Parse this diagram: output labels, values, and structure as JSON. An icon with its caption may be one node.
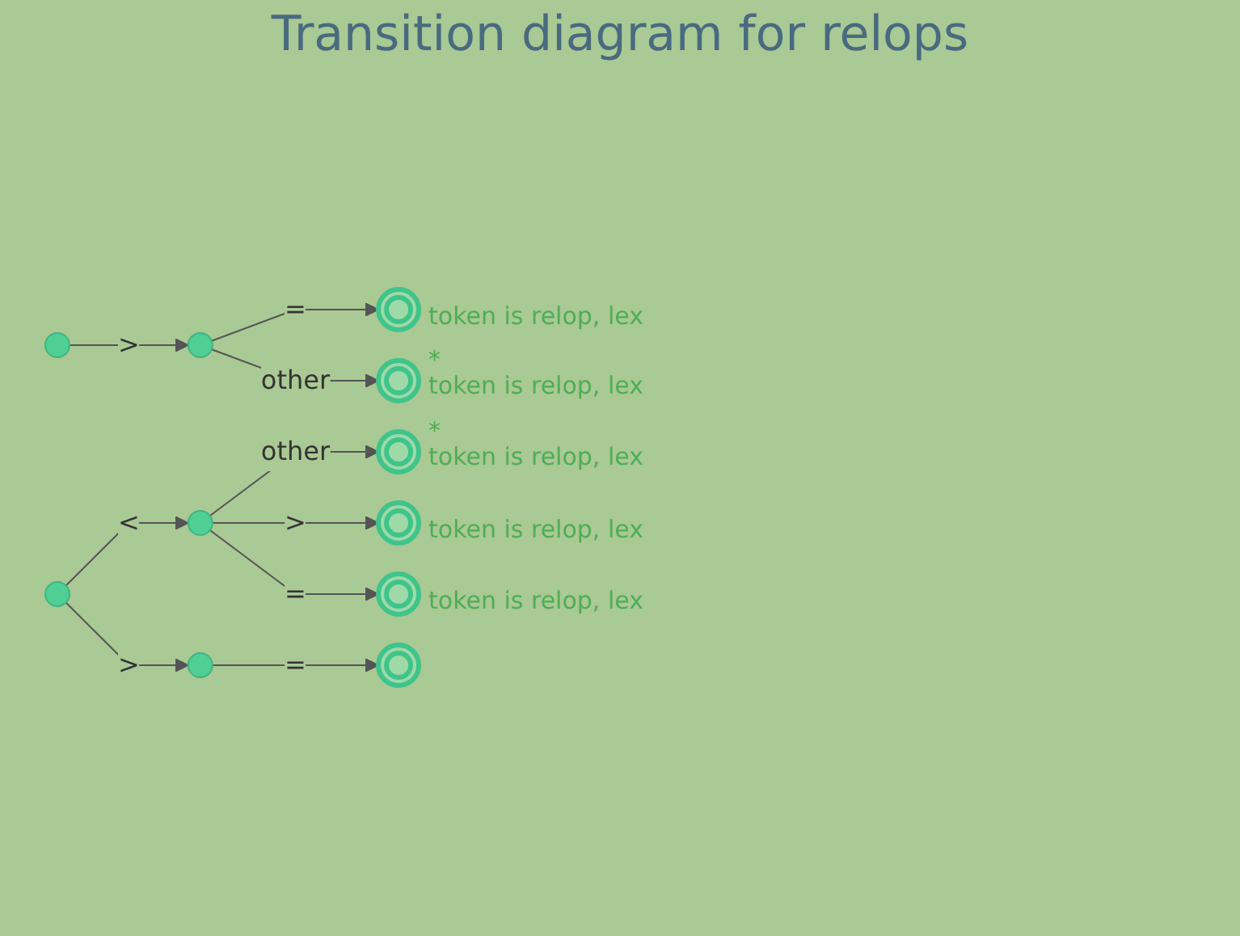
{
  "diagram": {
    "title": "Transition diagram for relops",
    "nodes": [
      {
        "text": [],
        "shape": "circle"
      },
      {
        "text": [],
        "shape": "circle"
      },
      {
        "text": [],
        "shape": "ring",
        "beside": [
          "token is relop, lex"
        ]
      },
      {
        "text": [],
        "shape": "ring",
        "beside": [
          "*",
          "token is relop, lex"
        ]
      },
      {
        "text": [],
        "shape": "circle"
      },
      {
        "text": [],
        "shape": "circle"
      },
      {
        "text": [],
        "shape": "ring",
        "beside": [
          "*",
          "token is relop, lex"
        ]
      },
      {
        "text": [],
        "shape": "ring",
        "beside": [
          "token is relop, lex"
        ]
      },
      {
        "text": [],
        "shape": "ring",
        "beside": [
          "token is relop, lex"
        ]
      },
      {
        "text": [],
        "shape": "circle"
      },
      {
        "text": [],
        "shape": "ring"
      }
    ],
    "edges": [
      {
        "from": 0,
        "to": 1,
        "arrow": "to",
        "label": ">"
      },
      {
        "from": 1,
        "to": 2,
        "arrow": "to",
        "label": "="
      },
      {
        "from": 1,
        "to": 3,
        "arrow": "to",
        "label": "other"
      },
      {
        "from": 4,
        "to": 5,
        "arrow": "to",
        "label": "<"
      },
      {
        "from": 5,
        "to": 6,
        "arrow": "to",
        "label": "other"
      },
      {
        "from": 5,
        "to": 7,
        "arrow": "to",
        "label": ">"
      },
      {
        "from": 5,
        "to": 8,
        "arrow": "to",
        "label": "="
      },
      {
        "from": 4,
        "to": 9,
        "arrow": "to",
        "label": ">"
      },
      {
        "from": 9,
        "to": 10,
        "arrow": "to",
        "label": "="
      }
    ]
  }
}
